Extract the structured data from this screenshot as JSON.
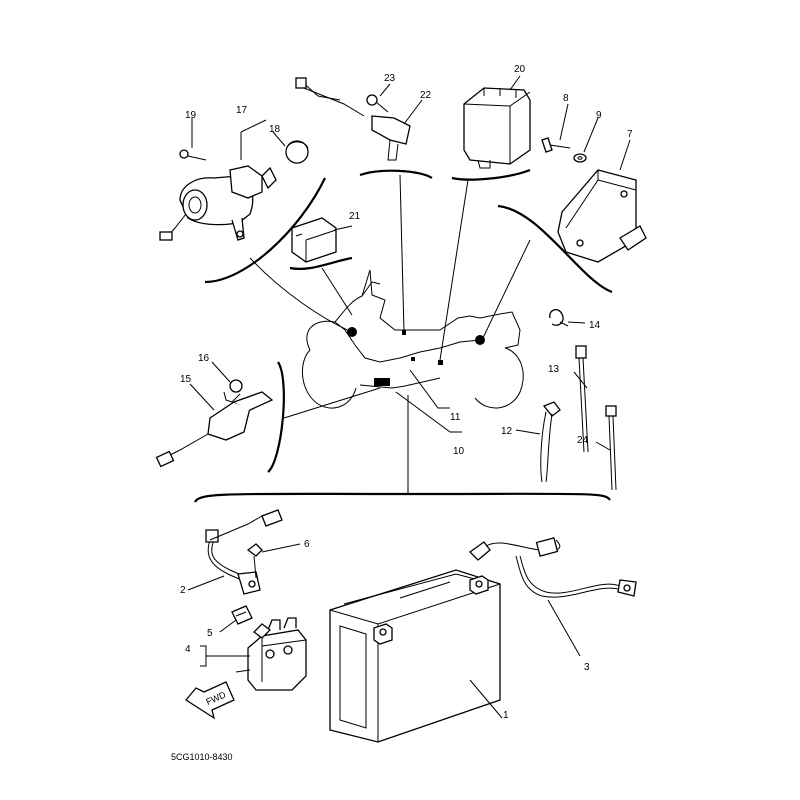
{
  "diagram": {
    "drawing_code": "5CG1010-8430",
    "fwd_label": "FWD",
    "callouts": {
      "c1": "1",
      "c2": "2",
      "c3": "3",
      "c4": "4",
      "c5": "5",
      "c6": "6",
      "c7": "7",
      "c8": "8",
      "c9": "9",
      "c10": "10",
      "c11": "11",
      "c12": "12",
      "c13": "13",
      "c14": "14",
      "c15": "15",
      "c16": "16",
      "c17": "17",
      "c18": "18",
      "c19": "19",
      "c20": "20",
      "c21": "21",
      "c22": "22",
      "c23": "23",
      "c24": "24"
    }
  }
}
